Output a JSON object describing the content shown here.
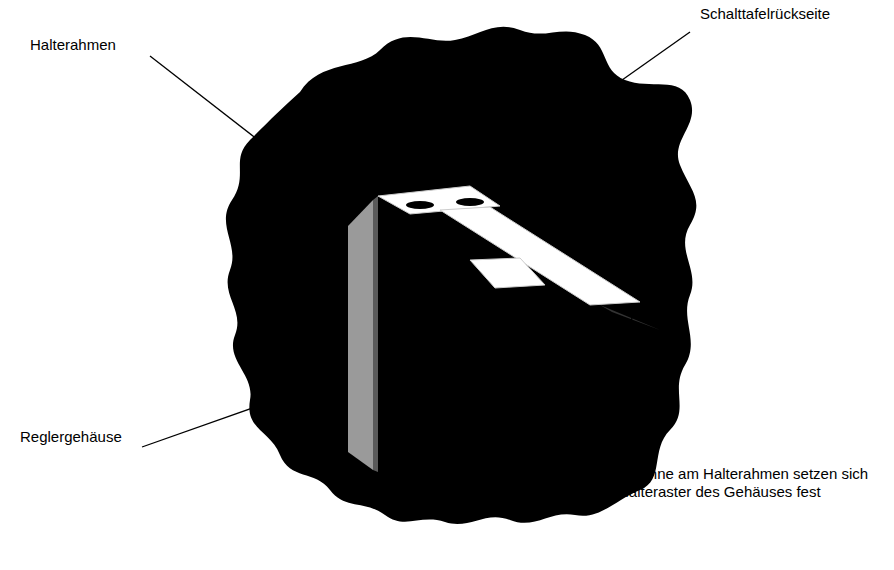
{
  "diagram": {
    "labels": [
      "Halterahmen",
      "Schalttafelrückseite",
      "Reglergehäuse",
      "Haltezähne am Halterahmen setzen sich im Halteraster des Gehäuses fest"
    ]
  }
}
